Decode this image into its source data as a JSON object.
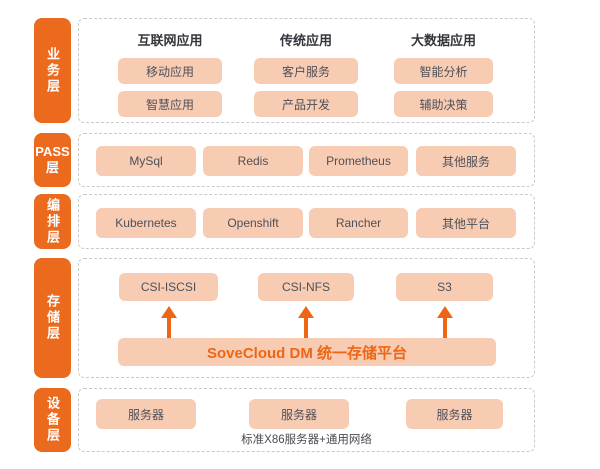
{
  "colors": {
    "layer_label_bg": "#EC6A1E",
    "box_fill": "#F8CCB2",
    "highlight_orange": "#EE6615",
    "header_text": "#34353D",
    "box_text": "#4F505A",
    "dashed_border": "#C9C9C9",
    "background": "#FFFFFF"
  },
  "layers": {
    "business": {
      "label": "业务层",
      "columns": [
        {
          "header": "互联网应用",
          "boxes": [
            "移动应用",
            "智慧应用"
          ]
        },
        {
          "header": "传统应用",
          "boxes": [
            "客户服务",
            "产品开发"
          ]
        },
        {
          "header": "大数据应用",
          "boxes": [
            "智能分析",
            "辅助决策"
          ]
        }
      ]
    },
    "pass": {
      "label": "PASS层",
      "boxes": [
        "MySql",
        "Redis",
        "Prometheus",
        "其他服务"
      ]
    },
    "orchestration": {
      "label": "编排层",
      "boxes": [
        "Kubernetes",
        "Openshift",
        "Rancher",
        "其他平台"
      ]
    },
    "storage": {
      "label": "存储层",
      "protocols": [
        "CSI-ISCSI",
        "CSI-NFS",
        "S3"
      ],
      "platform": "SoveCloud DM 统一存储平台"
    },
    "device": {
      "label": "设备层",
      "boxes": [
        "服务器",
        "服务器",
        "服务器"
      ],
      "caption": "标准X86服务器+通用网络"
    }
  }
}
